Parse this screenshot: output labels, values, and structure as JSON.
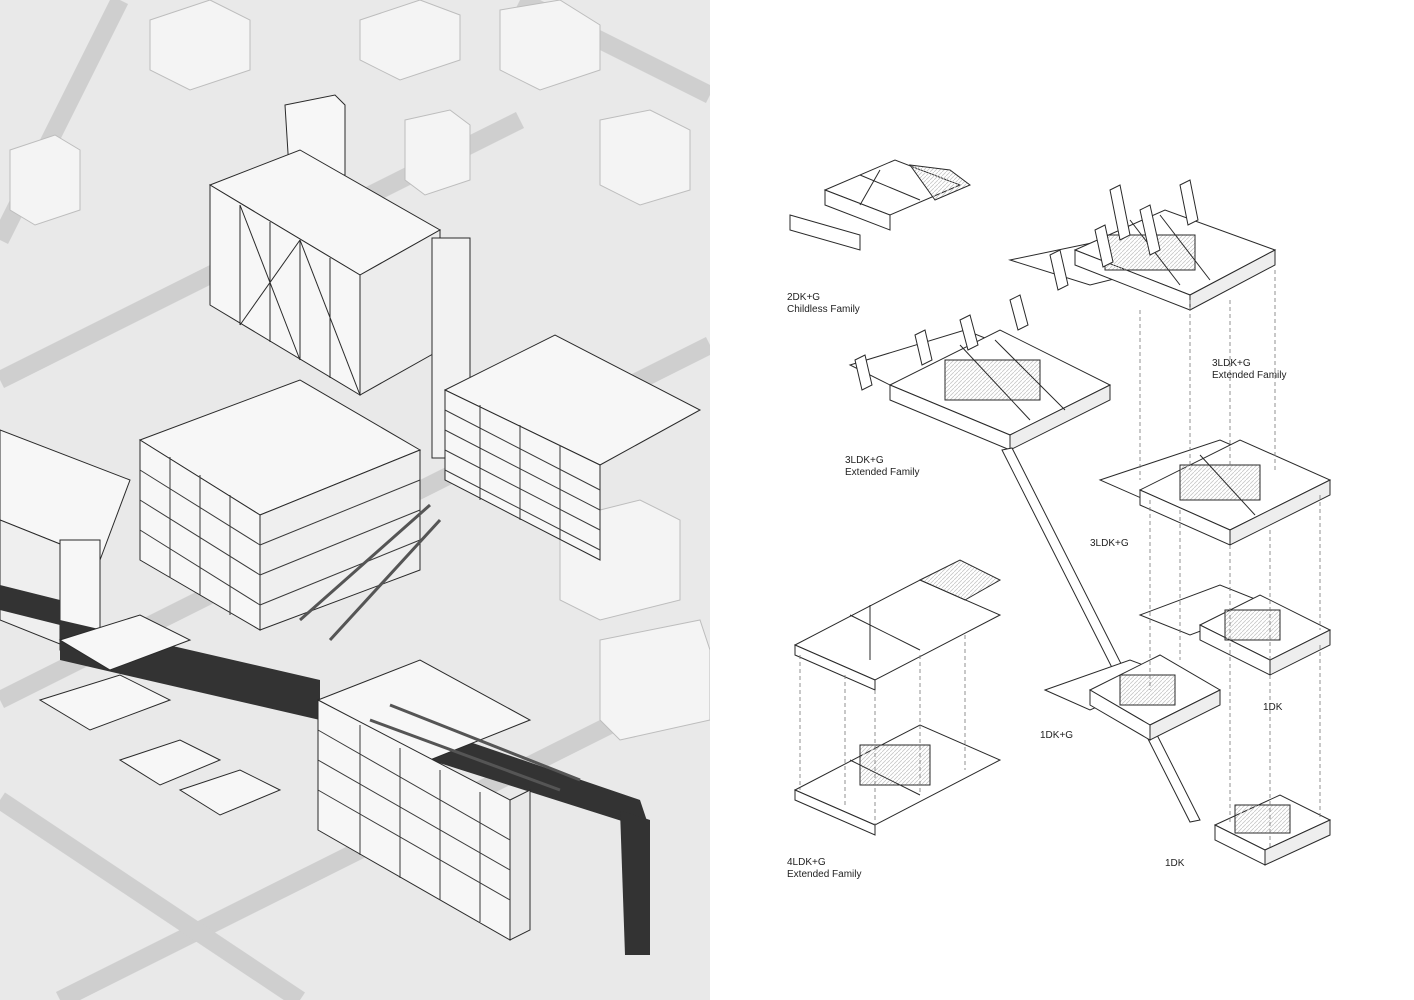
{
  "colors": {
    "ground": "#e9e9e9",
    "block": "#f7f7f7",
    "line": "#2a2a2a",
    "dark": "#333333",
    "paper": "#ffffff"
  },
  "units": [
    {
      "id": "2dk-g",
      "line1": "2DK+G",
      "line2": "Childless Family"
    },
    {
      "id": "3ldk-g-ext-a",
      "line1": "3LDK+G",
      "line2": "Extended Family"
    },
    {
      "id": "3ldk-g-ext-b",
      "line1": "3LDK+G",
      "line2": "Extended Family"
    },
    {
      "id": "3ldk-g",
      "line1": "3LDK+G",
      "line2": ""
    },
    {
      "id": "1dk-a",
      "line1": "1DK",
      "line2": ""
    },
    {
      "id": "1dk-g",
      "line1": "1DK+G",
      "line2": ""
    },
    {
      "id": "4ldk-g",
      "line1": "4LDK+G",
      "line2": "Extended Family"
    },
    {
      "id": "1dk-b",
      "line1": "1DK",
      "line2": ""
    }
  ]
}
